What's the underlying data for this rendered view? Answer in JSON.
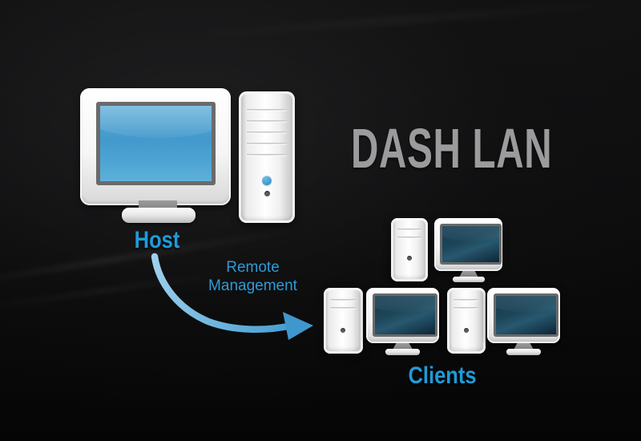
{
  "title": "DASH LAN",
  "host": {
    "label": "Host"
  },
  "clients": {
    "label": "Clients",
    "workstation_count": 3
  },
  "connection": {
    "label_line1": "Remote",
    "label_line2": "Management"
  },
  "colors": {
    "background": "#0d0d0d",
    "title_gray": "#9b9b9d",
    "label_blue": "#1e9cd8",
    "remote_text_blue": "#2d9bd5",
    "arrow_blue_light": "#9fd0ec",
    "arrow_blue_dark": "#3f97cd",
    "host_screen_blue": "#4399cc",
    "client_screen_navy": "#1c4255",
    "computer_body": "#f2f2f2"
  }
}
